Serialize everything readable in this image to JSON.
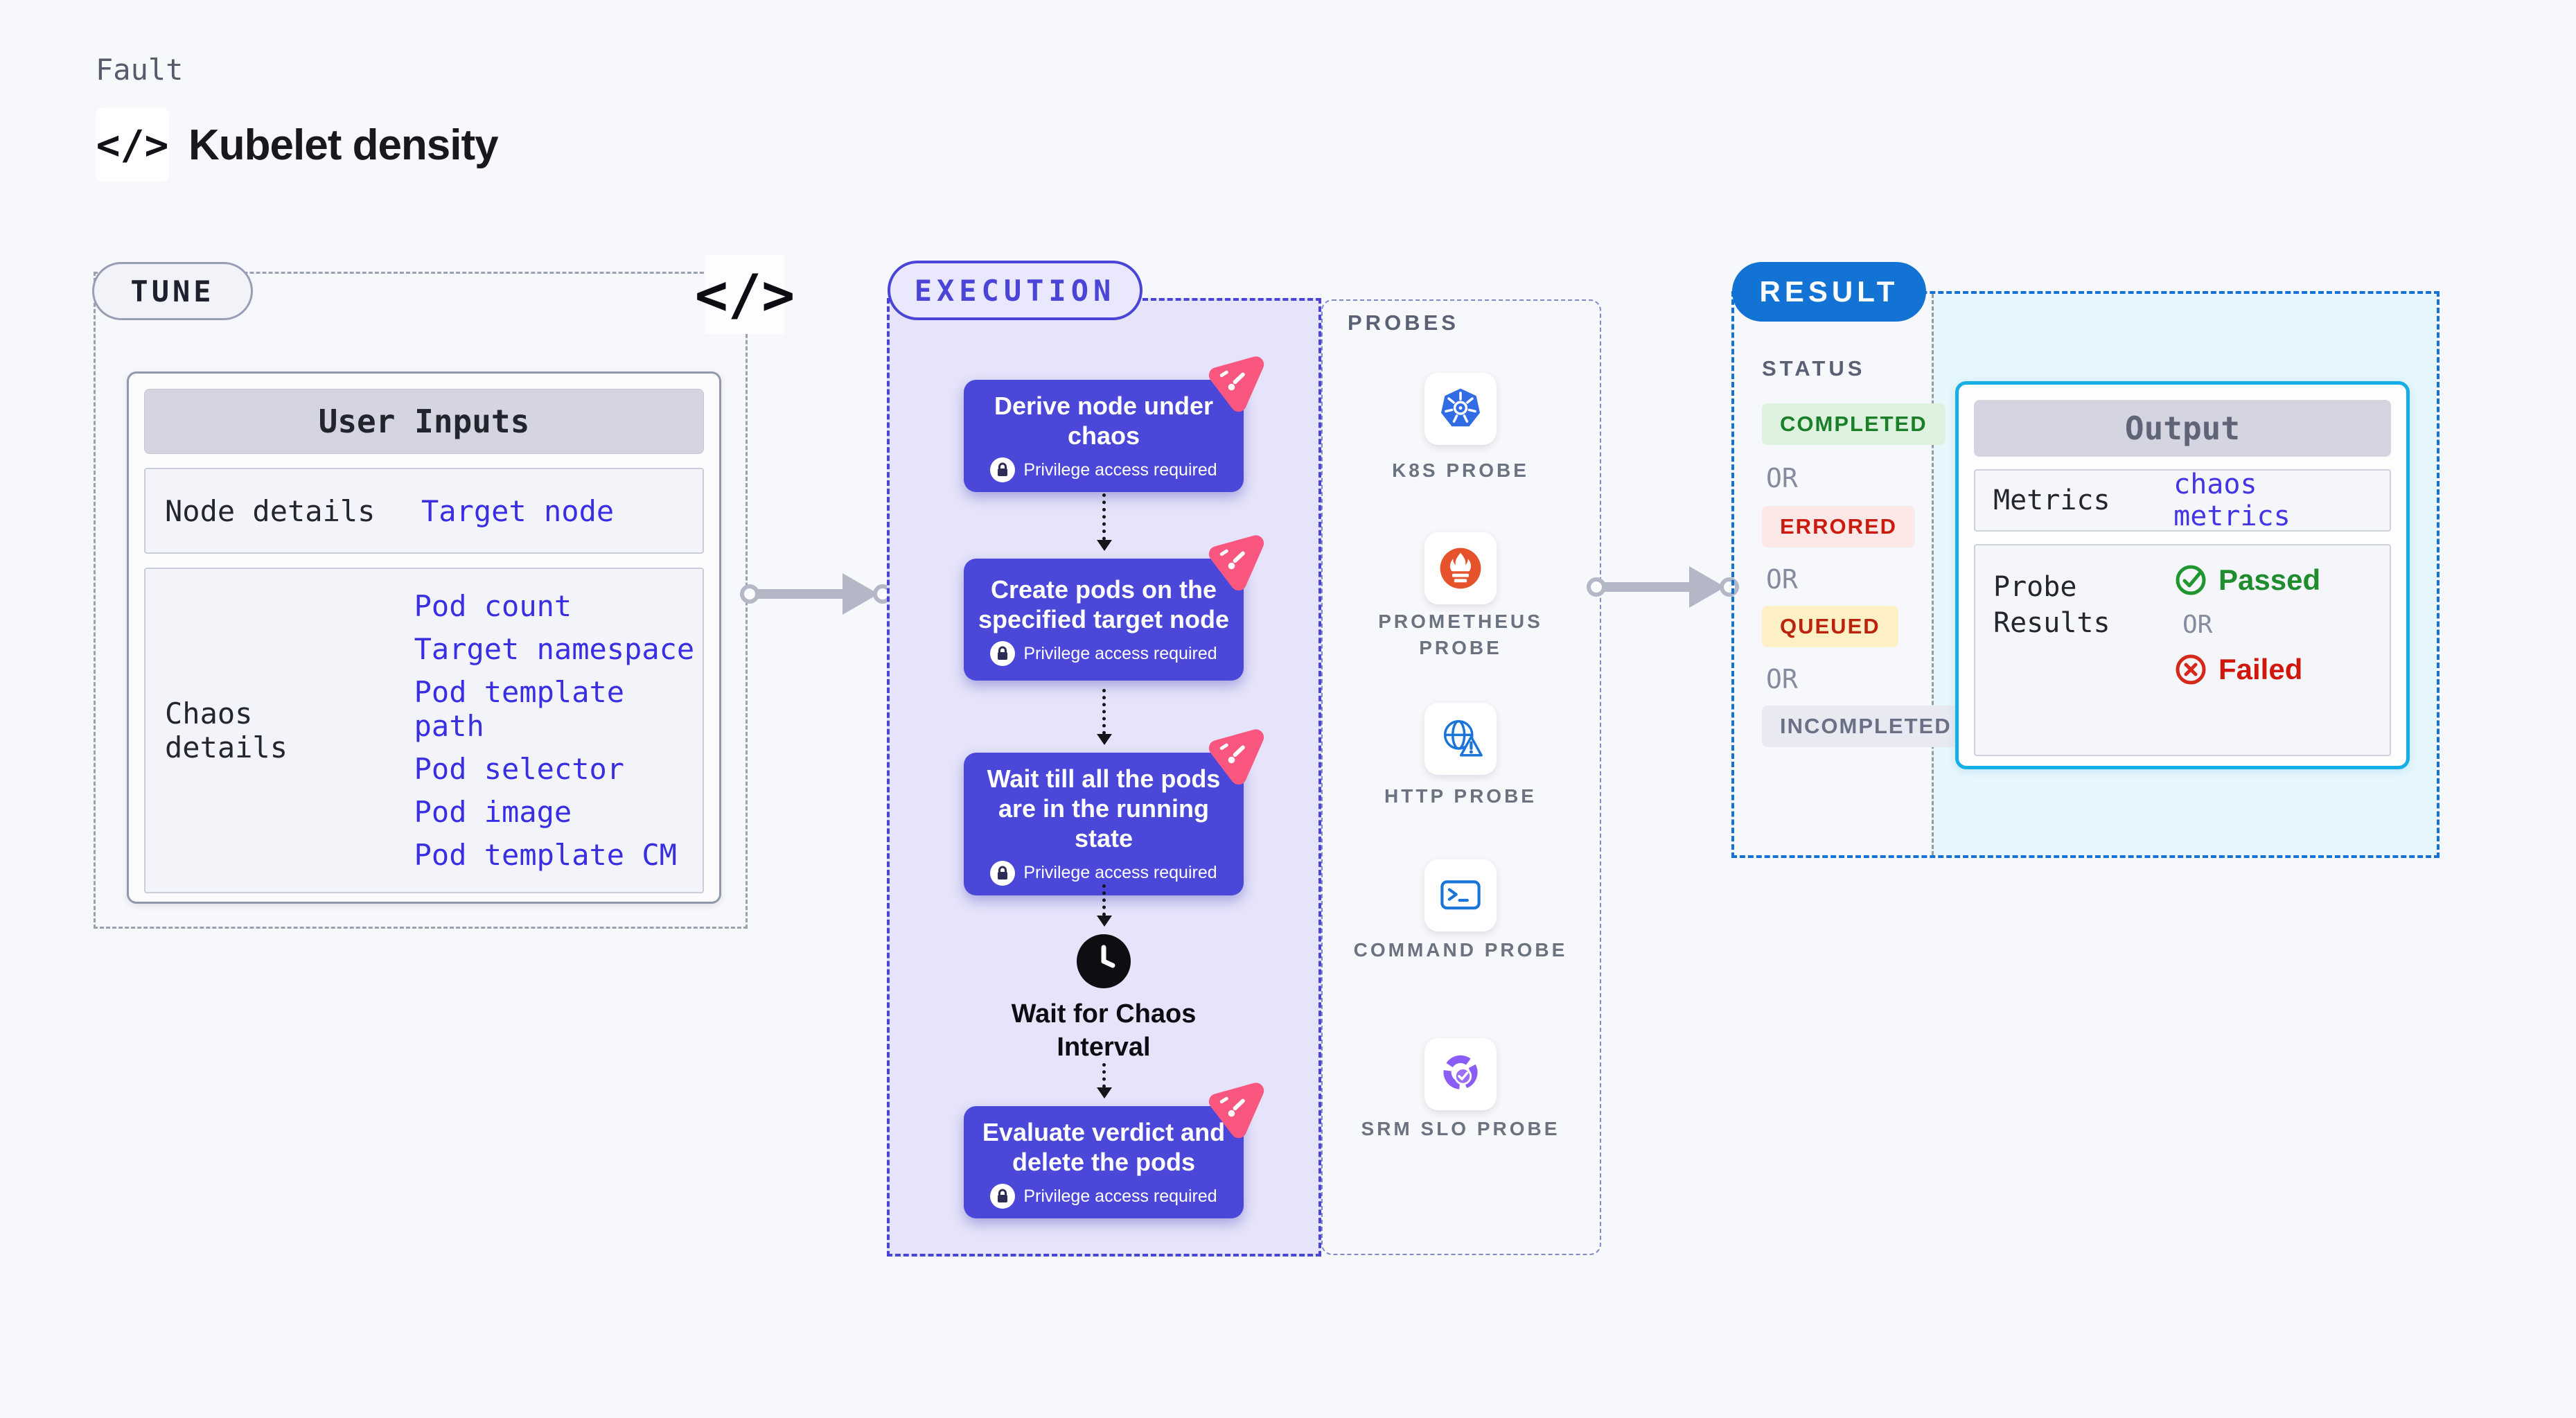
{
  "header": {
    "eyebrow": "Fault",
    "code_icon": "</>",
    "title": "Kubelet density"
  },
  "tune": {
    "badge": "TUNE",
    "corner_code_icon": "</>",
    "user_inputs": {
      "header": "User Inputs",
      "node_row": {
        "label": "Node details",
        "link": "Target node"
      },
      "chaos_row": {
        "label": "Chaos details",
        "links": [
          "Pod count",
          "Target namespace",
          "Pod template path",
          "Pod selector",
          "Pod image",
          "Pod template CM"
        ]
      }
    }
  },
  "execution": {
    "badge": "EXECUTION",
    "privilege_note": "Privilege access required",
    "steps": [
      "Derive node under chaos",
      "Create pods on the specified target node",
      "Wait till all the pods are in the running state",
      "Evaluate verdict and delete the pods"
    ],
    "wait_label": "Wait for Chaos Interval"
  },
  "probes": {
    "label": "PROBES",
    "items": [
      "K8S PROBE",
      "PROMETHEUS PROBE",
      "HTTP PROBE",
      "COMMAND PROBE",
      "SRM SLO PROBE"
    ]
  },
  "result": {
    "badge": "RESULT",
    "status_label": "STATUS",
    "or_label": "OR",
    "statuses": {
      "completed": "COMPLETED",
      "errored": "ERRORED",
      "queued": "QUEUED",
      "incompleted": "INCOMPLETED"
    },
    "output": {
      "header": "Output",
      "metrics_label": "Metrics",
      "metrics_link": "chaos metrics",
      "probe_results_label": "Probe Results",
      "passed": "Passed",
      "or": "OR",
      "failed": "Failed"
    }
  },
  "colors": {
    "accent_indigo": "#4a45d6",
    "card_purple": "#4b47d9",
    "result_blue": "#1273d4",
    "output_cyan": "#16aee6",
    "link_blue": "#392ee2",
    "passed_green": "#1f8c2e",
    "failed_red": "#d0170b",
    "pink_badge": "#f9577f",
    "k8s_blue": "#326ce5",
    "prometheus_orange": "#e6522c",
    "srm_purple": "#8b5cf6",
    "completed_bg": "#def3df",
    "errored_bg": "#fce8e6",
    "queued_bg": "#fdf0c5",
    "incompleted_bg": "#e8e9f1"
  }
}
